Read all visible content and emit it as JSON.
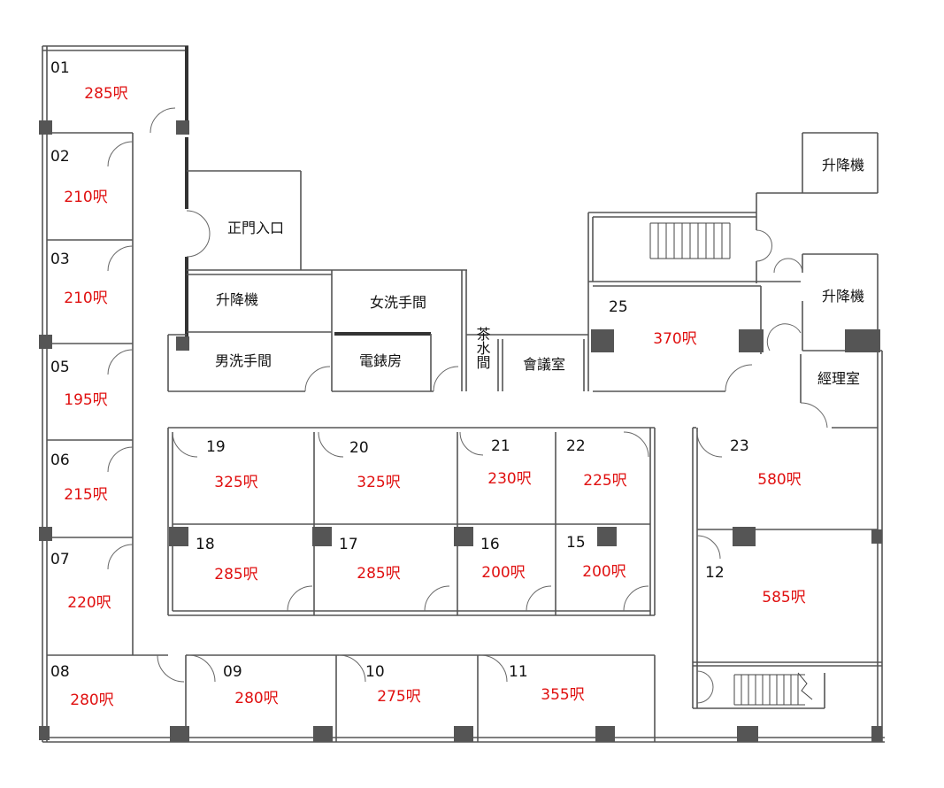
{
  "rooms": [
    {
      "id": "01",
      "area": "285呎"
    },
    {
      "id": "02",
      "area": "210呎"
    },
    {
      "id": "03",
      "area": "210呎"
    },
    {
      "id": "05",
      "area": "195呎"
    },
    {
      "id": "06",
      "area": "215呎"
    },
    {
      "id": "07",
      "area": "220呎"
    },
    {
      "id": "08",
      "area": "280呎"
    },
    {
      "id": "09",
      "area": "280呎"
    },
    {
      "id": "10",
      "area": "275呎"
    },
    {
      "id": "11",
      "area": "355呎"
    },
    {
      "id": "12",
      "area": "585呎"
    },
    {
      "id": "15",
      "area": "200呎"
    },
    {
      "id": "16",
      "area": "200呎"
    },
    {
      "id": "17",
      "area": "285呎"
    },
    {
      "id": "18",
      "area": "285呎"
    },
    {
      "id": "19",
      "area": "325呎"
    },
    {
      "id": "20",
      "area": "325呎"
    },
    {
      "id": "21",
      "area": "230呎"
    },
    {
      "id": "22",
      "area": "225呎"
    },
    {
      "id": "23",
      "area": "580呎"
    },
    {
      "id": "25",
      "area": "370呎"
    }
  ],
  "labels": {
    "main_entrance": "正門入口",
    "lift_left": "升降機",
    "lift_right_top": "升降機",
    "lift_right": "升降機",
    "womens_toilet": "女洗手間",
    "mens_toilet": "男洗手間",
    "meter_room": "電錶房",
    "pantry": "茶水間",
    "meeting_room": "會議室",
    "manager_room": "經理室"
  }
}
